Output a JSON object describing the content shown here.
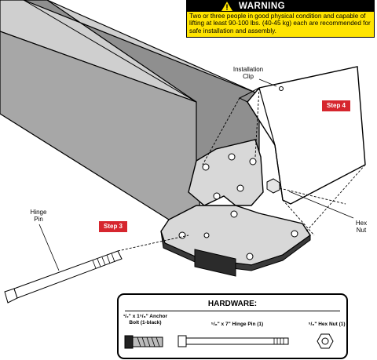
{
  "warning": {
    "title": "WARNING",
    "text": "Two or three people in good physical condition and capable of lifting at least 90-100 lbs. (40-45 kg) each are recommended for safe installation and assembly."
  },
  "steps": {
    "step3": "Step 3",
    "step4": "Step 4"
  },
  "labels": {
    "installation_clip": "Installation Clip",
    "hinge_pin": "Hinge Pin",
    "hex_nut": "Hex Nut"
  },
  "hardware": {
    "title": "HARDWARE:",
    "anchor_bolt": "¹/₂\" x 1⁵/₈\" Anchor Bolt (1-black)",
    "hinge_pin": "⁵/₈\" x 7\" Hinge Pin (1)",
    "hex_nut": "⁵/₈\" Hex Nut (1)"
  },
  "colors": {
    "post_front": "#a7a7a7",
    "post_side": "#8f8f8f",
    "bracket": "#d8d8d8",
    "warning_yellow": "#ffe400",
    "step_red": "#d6262e"
  }
}
